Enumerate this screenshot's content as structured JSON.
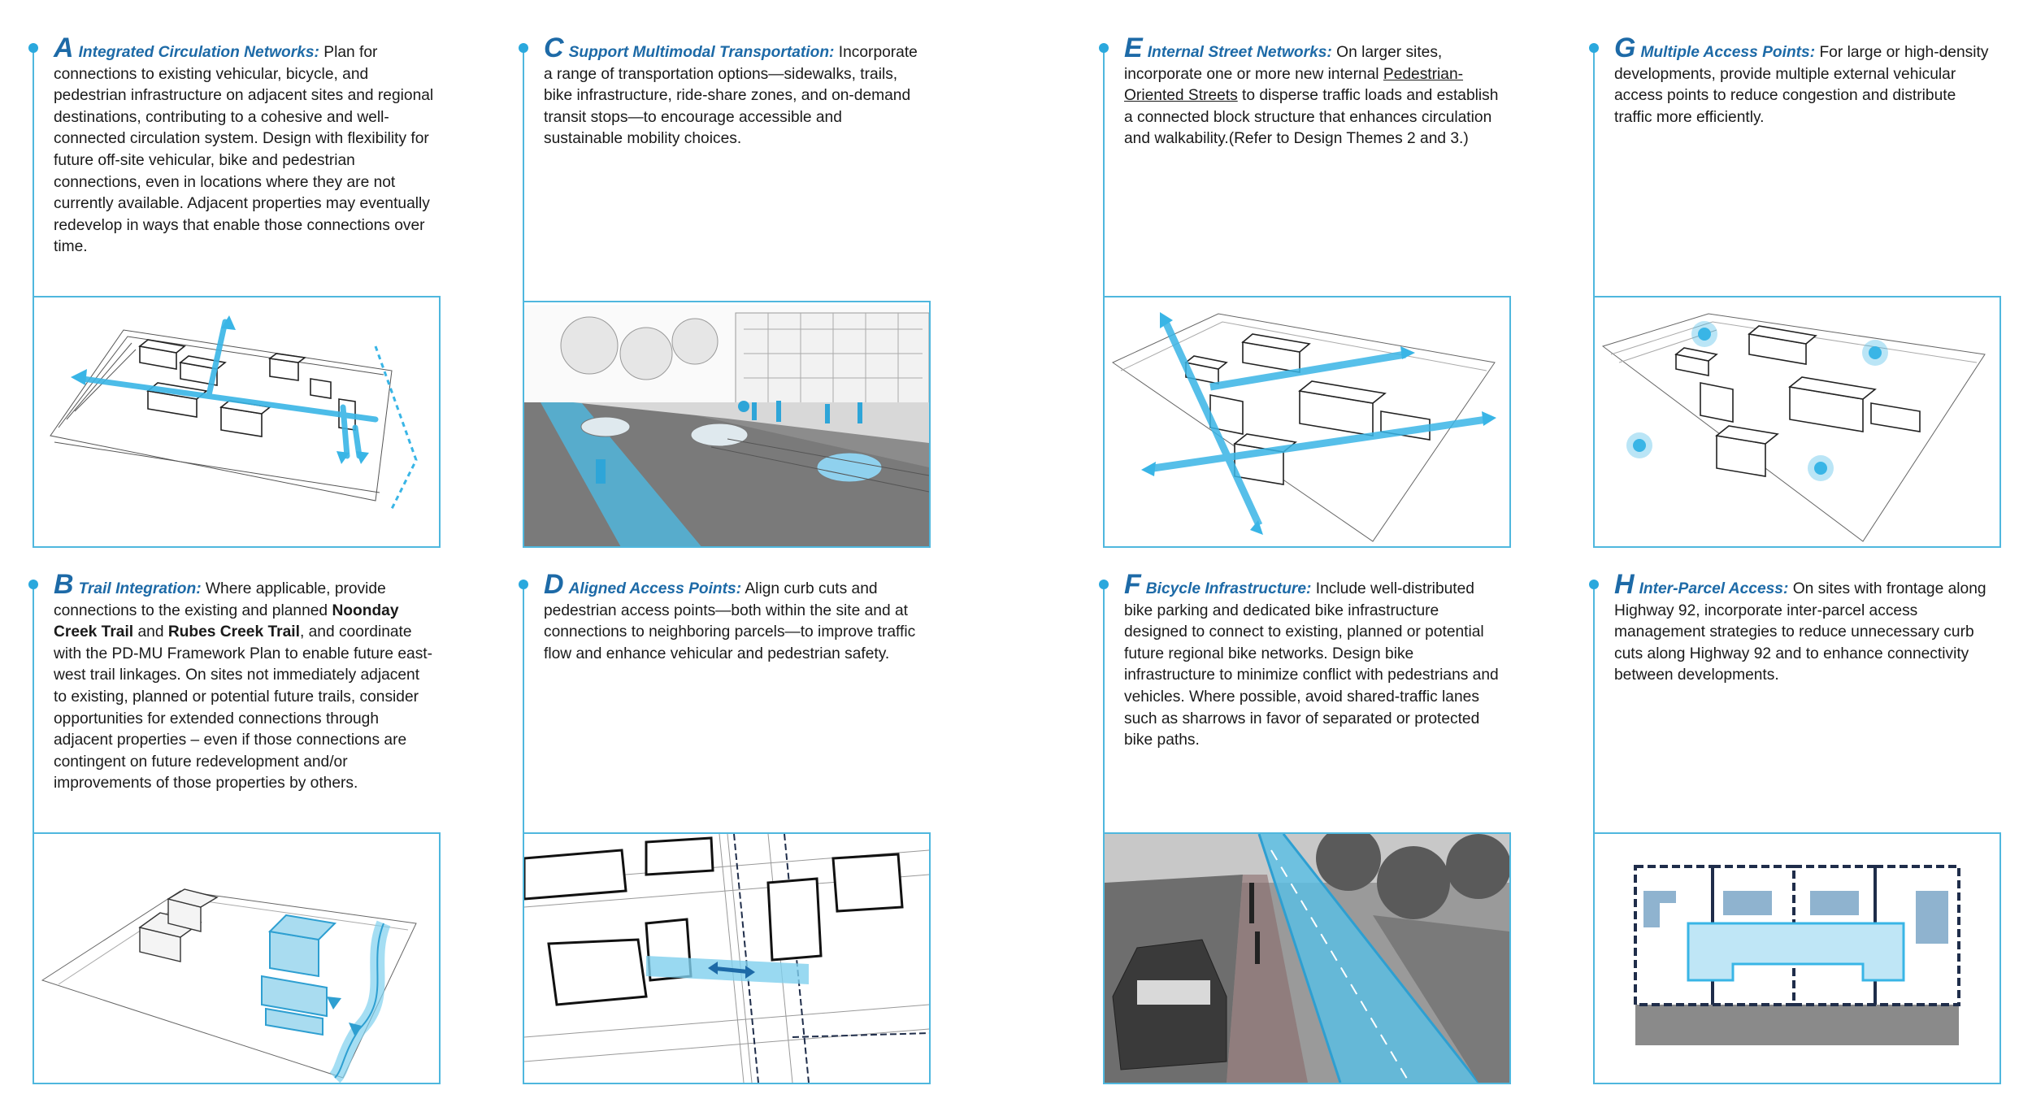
{
  "colors": {
    "accent": "#1d6aa7",
    "rule": "#4fb7de",
    "highlight": "#39b5e6"
  },
  "panels": {
    "A": {
      "letter": "A",
      "heading": "Integrated Circulation Networks:",
      "body": " Plan for connections to existing vehicular, bicycle, and pedestrian infrastructure on adjacent sites and regional destinations, contributing to a cohesive and well-connected circulation system. Design with flexibility for future off-site vehicular, bike and pedestrian connections, even in locations where they are not currently available. Adjacent properties may eventually redevelop in ways that enable those connections over time."
    },
    "B": {
      "letter": "B",
      "heading": "Trail Integration:",
      "b1": " Where applicable, provide connections to the existing and planned ",
      "trail1": "Noonday Creek Trail",
      "b2": " and ",
      "trail2": "Rubes Creek Trail",
      "b3": ", and coordinate with the PD-MU Framework Plan to enable future east-west trail linkages. On sites not immediately adjacent to existing, planned or potential future trails, consider opportunities for extended connections through adjacent properties – even if those connections are contingent on future redevelopment and/or improvements of those properties by others."
    },
    "C": {
      "letter": "C",
      "heading": "Support Multimodal Transportation:",
      "body": " Incorporate a range of transportation options—sidewalks, trails, bike infrastructure, ride-share zones, and on-demand transit stops—to encourage accessible and sustainable mobility choices."
    },
    "D": {
      "letter": "D",
      "heading": "Aligned Access Points:",
      "body": " Align curb cuts and pedestrian access points—both within the site and at connections to neighboring parcels—to improve traffic flow and enhance vehicular and pedestrian safety."
    },
    "E": {
      "letter": "E",
      "heading": "Internal Street Networks:",
      "b1": " On larger sites, incorporate one or more new internal ",
      "link": "Pedestrian-Oriented Streets",
      "b2": " to disperse traffic loads and establish a connected block structure that enhances circulation and walkability.(Refer to Design Themes 2 and 3.)"
    },
    "F": {
      "letter": "F",
      "heading": "Bicycle Infrastructure:",
      "body": " Include well-distributed bike parking and dedicated bike infrastructure designed to connect to existing, planned or potential future regional bike networks. Design bike infrastructure to minimize conflict with pedestrians and vehicles. Where possible, avoid shared-traffic lanes such as sharrows in favor of separated or protected bike paths."
    },
    "G": {
      "letter": "G",
      "heading": "Multiple Access Points:",
      "body": " For large or high-density developments, provide multiple external vehicular access points to reduce congestion and distribute traffic more efficiently."
    },
    "H": {
      "letter": "H",
      "heading": "Inter-Parcel Access:",
      "body": " On sites with frontage along Highway 92, incorporate inter-parcel access management strategies to reduce unnecessary curb cuts along Highway 92 and to enhance connectivity between developments."
    }
  }
}
